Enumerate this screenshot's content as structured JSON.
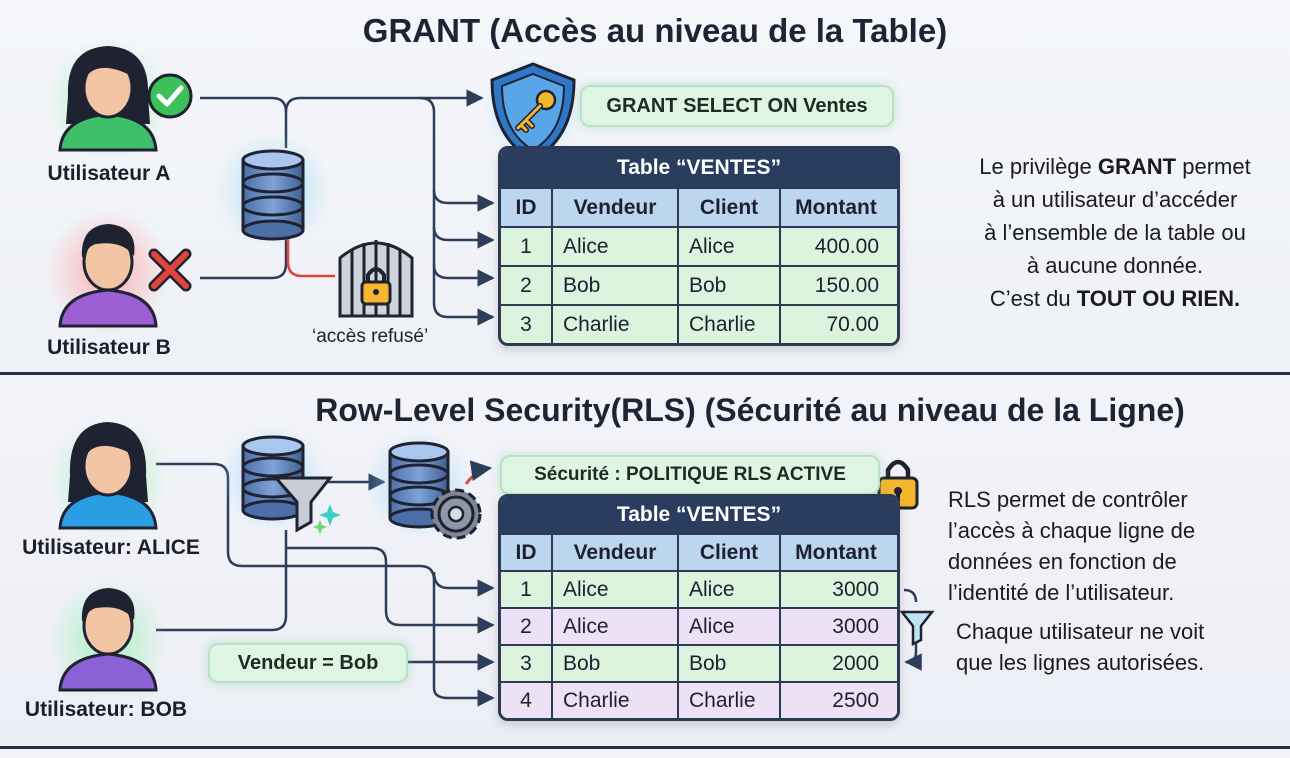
{
  "grant": {
    "title": "GRANT (Accès au niveau de la Table)",
    "user_a": "Utilisateur A",
    "user_b": "Utilisateur B",
    "denied_label": "‘accès refusé’",
    "grant_pill": "GRANT SELECT ON Ventes",
    "table": {
      "caption": "Table “VENTES”",
      "headers": [
        "ID",
        "Vendeur",
        "Client",
        "Montant"
      ],
      "rows": [
        [
          "1",
          "Alice",
          "Alice",
          "400.00"
        ],
        [
          "2",
          "Bob",
          "Bob",
          "150.00"
        ],
        [
          "3",
          "Charlie",
          "Charlie",
          "70.00"
        ]
      ]
    },
    "description": {
      "l1_pre": "Le privilège ",
      "l1_bold": "GRANT",
      "l1_post": " permet",
      "l2": "à un utilisateur d’accéder",
      "l3": "à l’ensemble de la table ou",
      "l4": "à aucune donnée.",
      "l5_pre": "C’est du ",
      "l5_bold": "TOUT OU RIEN."
    }
  },
  "rls": {
    "title": "Row-Level Security(RLS) (Sécurité au niveau de la Ligne)",
    "user_alice": "Utilisateur: ALICE",
    "user_bob": "Utilisateur: BOB",
    "filter_pill": "Vendeur = Bob",
    "policy_pill": "Sécurité : POLITIQUE RLS ACTIVE",
    "table": {
      "caption": "Table “VENTES”",
      "headers": [
        "ID",
        "Vendeur",
        "Client",
        "Montant"
      ],
      "rows": [
        [
          "1",
          "Alice",
          "Alice",
          "3000"
        ],
        [
          "2",
          "Alice",
          "Alice",
          "3000"
        ],
        [
          "3",
          "Bob",
          "Bob",
          "2000"
        ],
        [
          "4",
          "Charlie",
          "Charlie",
          "2500"
        ]
      ]
    },
    "description": {
      "l1": "RLS permet de contrôler",
      "l2": "l’accès à chaque ligne de",
      "l3": "données en fonction de",
      "l4": "l’identité de l’utilisateur.",
      "l5": "Chaque utilisateur ne voit",
      "l6": "que les lignes autorisées."
    }
  },
  "icons": [
    "user-female-icon",
    "user-male-icon",
    "check-icon",
    "cross-icon",
    "database-icon",
    "lock-icon",
    "gate-icon",
    "shield-key-icon",
    "funnel-icon",
    "gear-icon",
    "sparkle-icon"
  ],
  "colors": {
    "accent_navy": "#2b3d5e",
    "allowed_green": "#2fb552",
    "denied_red": "#e0443a",
    "row_green": "#dcf3dd",
    "row_purple": "#ece1f5",
    "header_blue": "#bcd6ef"
  }
}
